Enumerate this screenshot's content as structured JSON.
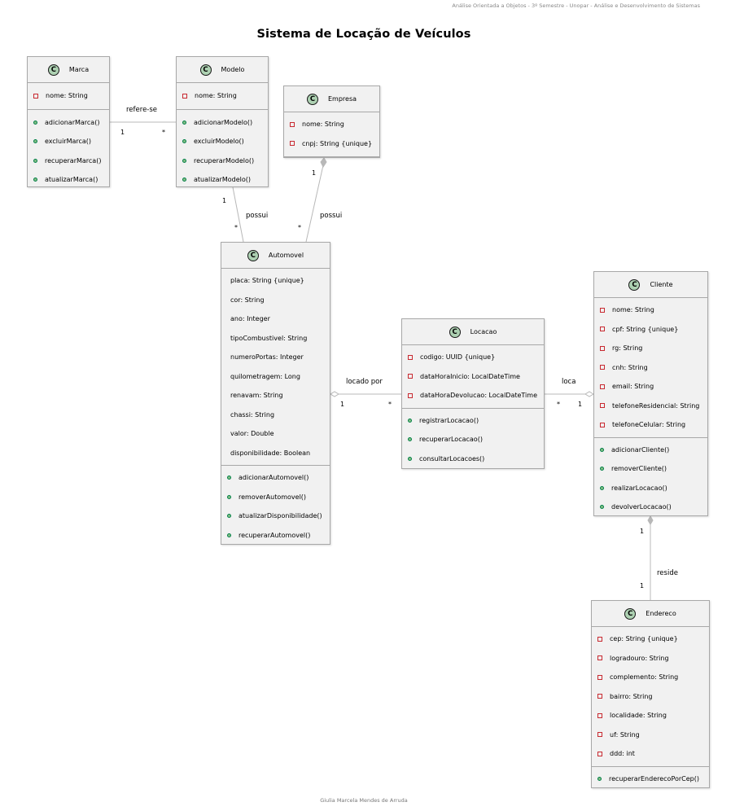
{
  "header_note": "Análise Orientada a Objetos - 3º Semestre - Unopar - Análise e Desenvolvimento de Sistemas",
  "title": "Sistema de Locação de Veículos",
  "footer": "Giulia Marcela Mendes de Arruda",
  "class_icon_letter": "C",
  "colors": {
    "class_fill": "#f1f1f1",
    "class_border": "#a8a8a8",
    "icon_fill": "#add1b2",
    "private_marker": "#c82930",
    "public_marker": "#84be84",
    "link": "#b8b8b8"
  },
  "classes": {
    "marca": {
      "name": "Marca",
      "attributes": [
        "nome: String"
      ],
      "methods": [
        "adicionarMarca()",
        "excluirMarca()",
        "recuperarMarca()",
        "atualizarMarca()"
      ]
    },
    "modelo": {
      "name": "Modelo",
      "attributes": [
        "nome: String"
      ],
      "methods": [
        "adicionarModelo()",
        "excluirModelo()",
        "recuperarModelo()",
        "atualizarModelo()"
      ]
    },
    "empresa": {
      "name": "Empresa",
      "attributes": [
        "nome: String",
        "cnpj: String {unique}"
      ],
      "methods": []
    },
    "automovel": {
      "name": "Automovel",
      "attributes": [
        "placa: String {unique}",
        "cor: String",
        "ano: Integer",
        "tipoCombustivel: String",
        "numeroPortas: Integer",
        "quilometragem: Long",
        "renavam: String",
        "chassi: String",
        "valor: Double",
        "disponibilidade: Boolean"
      ],
      "methods": [
        "adicionarAutomovel()",
        "removerAutomovel()",
        "atualizarDisponibilidade()",
        "recuperarAutomovel()"
      ]
    },
    "locacao": {
      "name": "Locacao",
      "attributes": [
        "codigo: UUID {unique}",
        "dataHoraInicio: LocalDateTime",
        "dataHoraDevolucao: LocalDateTime"
      ],
      "methods": [
        "registrarLocacao()",
        "recuperarLocacao()",
        "consultarLocacoes()"
      ]
    },
    "cliente": {
      "name": "Cliente",
      "attributes": [
        "nome: String",
        "cpf: String {unique}",
        "rg: String",
        "cnh: String",
        "email: String",
        "telefoneResidencial: String",
        "telefoneCelular: String"
      ],
      "methods": [
        "adicionarCliente()",
        "removerCliente()",
        "realizarLocacao()",
        "devolverLocacao()"
      ]
    },
    "endereco": {
      "name": "Endereco",
      "attributes": [
        "cep: String {unique}",
        "logradouro: String",
        "complemento: String",
        "bairro: String",
        "localidade: String",
        "uf: String",
        "ddd: int"
      ],
      "methods": [
        "recuperarEnderecoPorCep()"
      ]
    }
  },
  "associations": {
    "marca_modelo": {
      "label": "refere-se",
      "from_mult": "1",
      "to_mult": "*"
    },
    "modelo_automovel": {
      "label": "possui",
      "from_mult": "1",
      "to_mult": "*"
    },
    "empresa_automovel": {
      "label": "possui",
      "from_mult": "1",
      "to_mult": "*"
    },
    "automovel_locacao": {
      "label": "locado por",
      "from_mult": "1",
      "to_mult": "*"
    },
    "cliente_locacao": {
      "label": "loca",
      "from_mult": "1",
      "to_mult": "*"
    },
    "cliente_endereco": {
      "label": "reside",
      "from_mult": "1",
      "to_mult": "1"
    }
  }
}
